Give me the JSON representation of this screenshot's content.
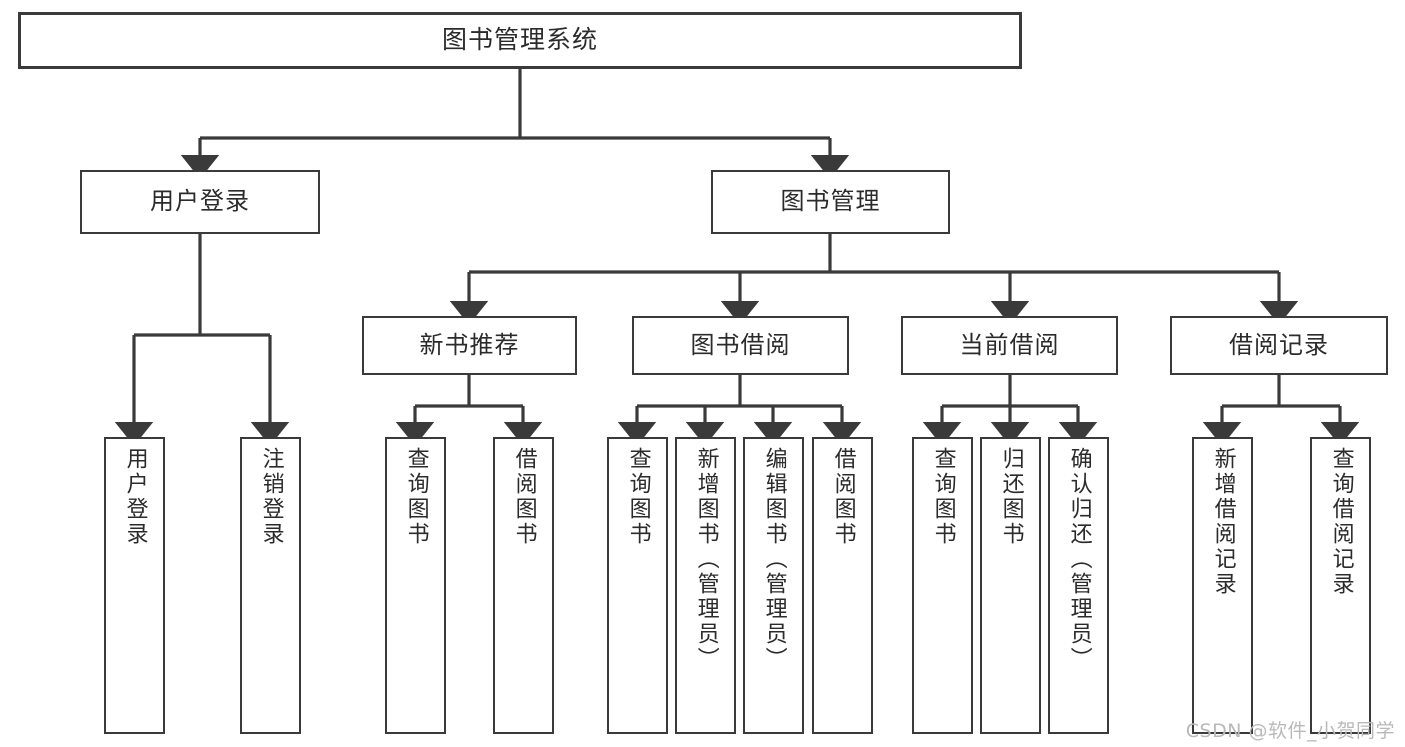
{
  "diagram": {
    "type": "tree-hierarchy",
    "title": "图书管理系统",
    "watermark": "CSDN @软件_小贺同学",
    "colors": {
      "box_border": "#3a3a3a",
      "box_fill": "#ffffff",
      "connector": "#3a3a3a",
      "text": "#2b2b2b",
      "watermark": "#b9b9b9",
      "background": "#ffffff"
    }
  },
  "nodes": {
    "root": {
      "label": "图书管理系统"
    },
    "level2": [
      {
        "id": "user-login",
        "label": "用户登录"
      },
      {
        "id": "book-management",
        "label": "图书管理"
      }
    ],
    "level3": [
      {
        "id": "new-book-recommend",
        "label": "新书推荐"
      },
      {
        "id": "book-borrow",
        "label": "图书借阅"
      },
      {
        "id": "current-borrow",
        "label": "当前借阅"
      },
      {
        "id": "borrow-record",
        "label": "借阅记录"
      }
    ],
    "leaves": {
      "user-login": [
        {
          "id": "leaf-user-login",
          "label": "用户登录"
        },
        {
          "id": "leaf-logout-login",
          "label": "注销登录"
        }
      ],
      "new-book-recommend": [
        {
          "id": "leaf-query-book-1",
          "label": "查询图书"
        },
        {
          "id": "leaf-borrow-book-1",
          "label": "借阅图书"
        }
      ],
      "book-borrow": [
        {
          "id": "leaf-query-book-2",
          "label": "查询图书"
        },
        {
          "id": "leaf-add-book",
          "label": "新增图书（管理员）"
        },
        {
          "id": "leaf-edit-book",
          "label": "编辑图书（管理员）"
        },
        {
          "id": "leaf-borrow-book-2",
          "label": "借阅图书"
        }
      ],
      "current-borrow": [
        {
          "id": "leaf-query-book-3",
          "label": "查询图书"
        },
        {
          "id": "leaf-return-book",
          "label": "归还图书"
        },
        {
          "id": "leaf-confirm-return",
          "label": "确认归还（管理员）"
        }
      ],
      "borrow-record": [
        {
          "id": "leaf-add-record",
          "label": "新增借阅记录"
        },
        {
          "id": "leaf-query-record",
          "label": "查询借阅记录"
        }
      ]
    }
  }
}
